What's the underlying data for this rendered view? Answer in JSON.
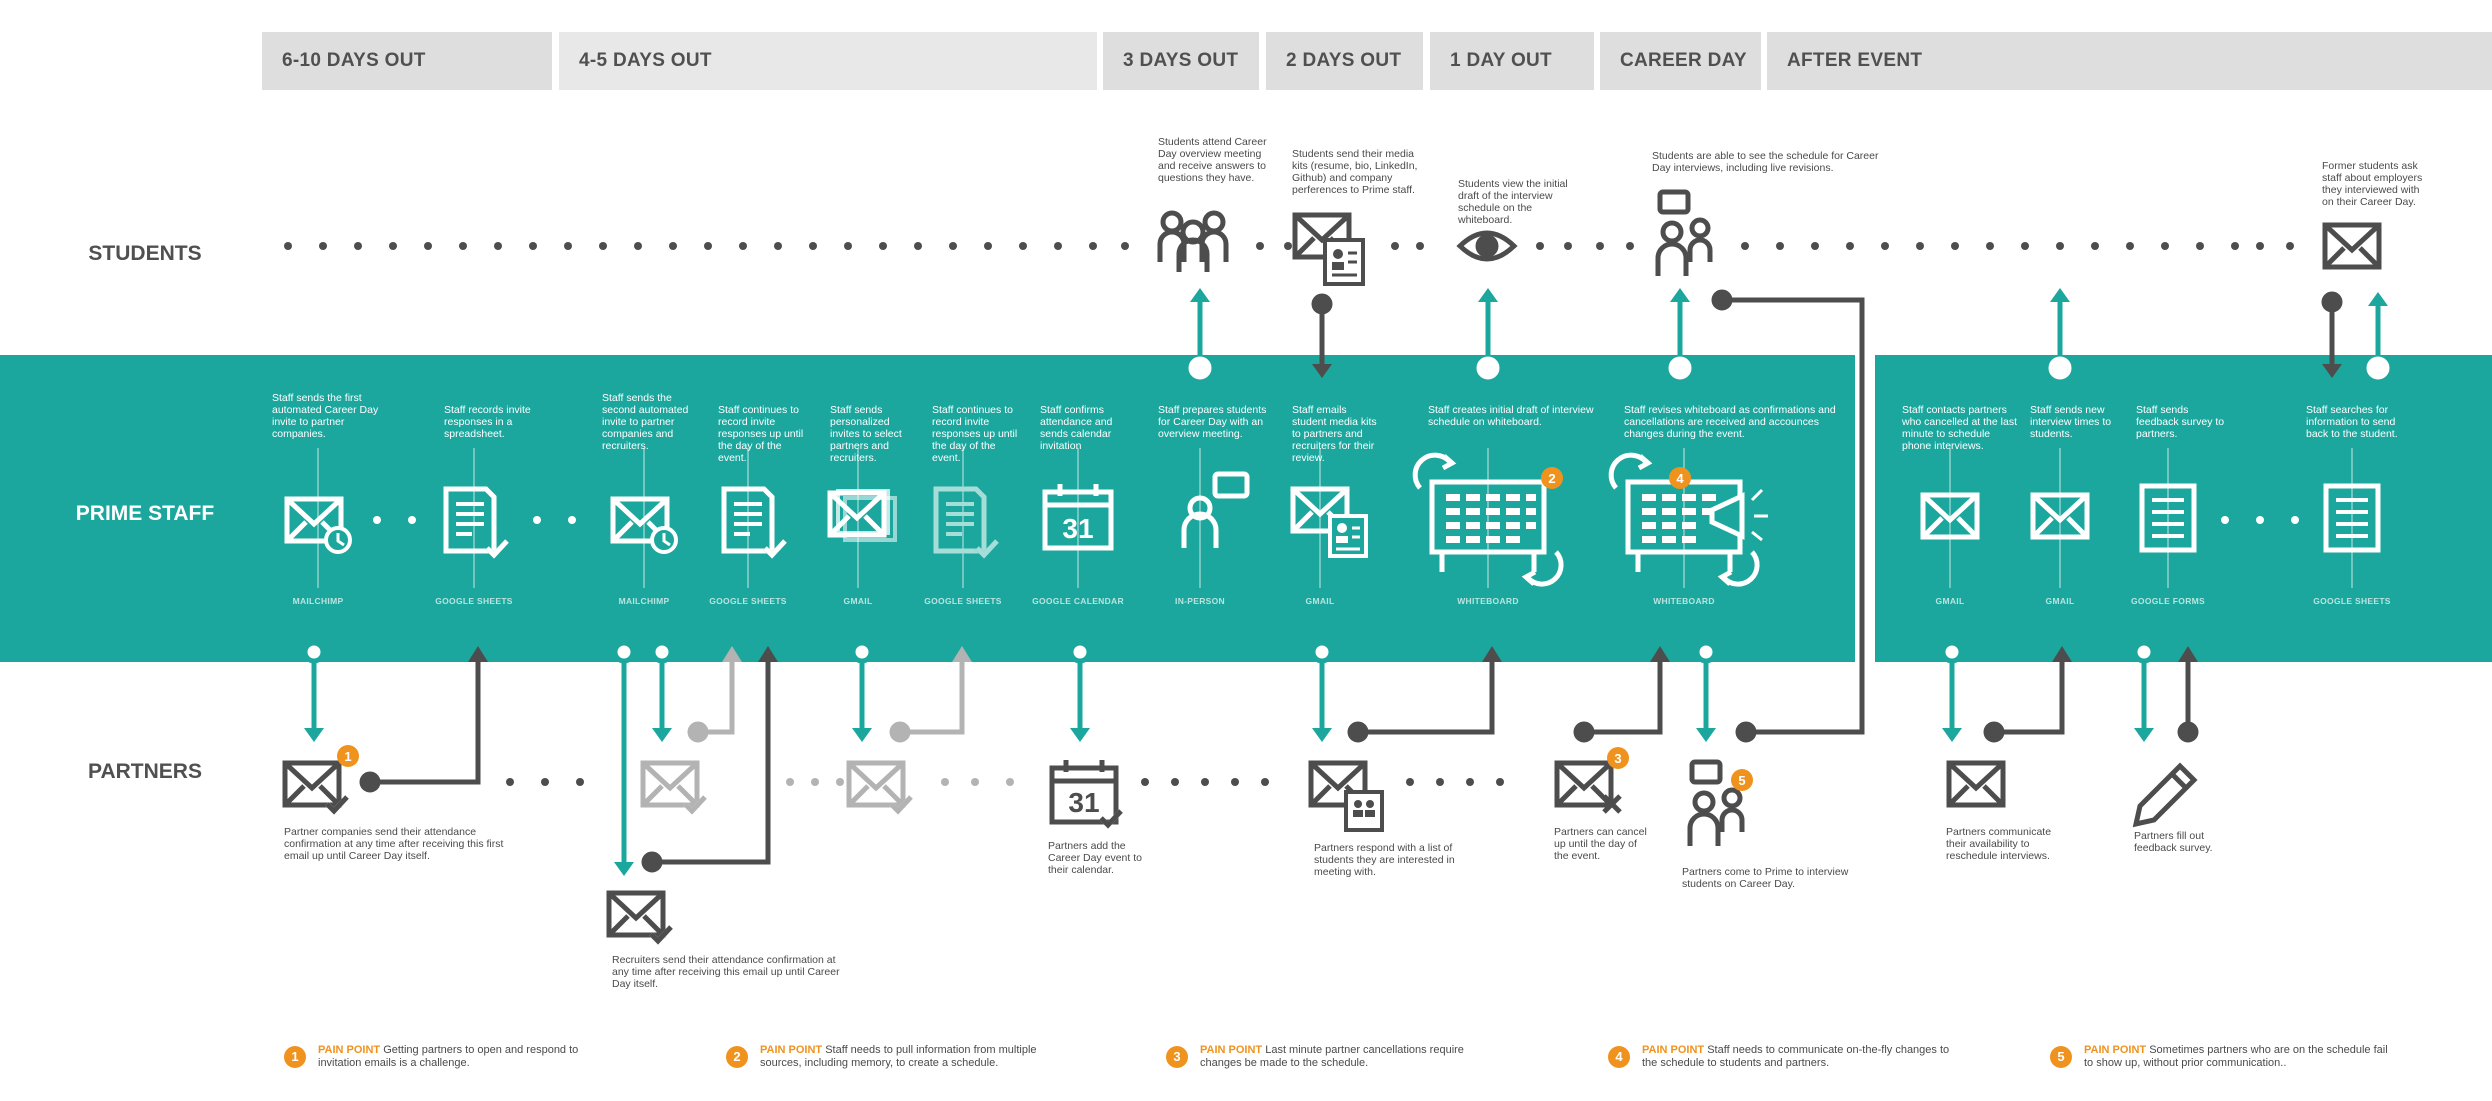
{
  "phases": [
    "6-10 DAYS OUT",
    "4-5 DAYS OUT",
    "3 DAYS OUT",
    "2 DAYS OUT",
    "1 DAY OUT",
    "CAREER DAY",
    "AFTER EVENT"
  ],
  "lanes": {
    "students": "STUDENTS",
    "staff": "PRIME STAFF",
    "partners": "PARTNERS"
  },
  "students": {
    "s1": "Students attend Career Day overview meeting and receive answers to questions they have.",
    "s2": "Students send their media kits (resume, bio, LinkedIn, Github) and company perferences to Prime staff.",
    "s3": "Students view the initial draft of the interview schedule on the whiteboard.",
    "s4": "Students are able to see the schedule for Career Day interviews, including live revisions.",
    "s5": "Former students ask staff about employers they interviewed with on their Career Day."
  },
  "staff": {
    "st1": "Staff sends the first automated  Career Day invite to partner companies.",
    "st2": "Staff records invite responses in a spreadsheet.",
    "st3": "Staff sends the second automated invite to partner companies and recruiters.",
    "st4": "Staff continues to record invite responses up until the day of the event.",
    "st5": "Staff sends personalized invites to select partners and recruiters.",
    "st6": "Staff continues to record invite responses up until the day of the event.",
    "st7": "Staff confirms attendance and sends calendar invitation",
    "st8": "Staff prepares students for Career Day with an overview meeting.",
    "st9": "Staff emails student media kits to partners and recruiters for their review.",
    "st10": "Staff creates initial draft of interview schedule on whiteboard.",
    "st11": "Staff revises whiteboard as confirmations and cancellations are received and accounces changes during the event.",
    "st12": "Staff contacts partners who cancelled at the last minute to schedule phone interviews.",
    "st13": "Staff sends new interview times to students.",
    "st14": "Staff sends feedback survey to partners.",
    "st15": "Staff searches for information to send back to the student."
  },
  "tools": {
    "t1": "MAILCHIMP",
    "t2": "GOOGLE SHEETS",
    "t3": "MAILCHIMP",
    "t4": "GOOGLE SHEETS",
    "t5": "GMAIL",
    "t6": "GOOGLE SHEETS",
    "t7": "GOOGLE CALENDAR",
    "t8": "IN-PERSON",
    "t9": "GMAIL",
    "t10": "WHITEBOARD",
    "t11": "WHITEBOARD",
    "t12": "GMAIL",
    "t13": "GMAIL",
    "t14": "GOOGLE FORMS",
    "t15": "GOOGLE SHEETS"
  },
  "partners": {
    "p1": "Partner companies send their attendance confirmation at any time after receiving this first email up until Career Day itself.",
    "p2": "Recruiters send their attendance confirmation at any time after receiving this email up until Career Day itself.",
    "p3": "Partners add the Career Day event to their calendar.",
    "p4": "Partners respond with a list of students they are interested in meeting with.",
    "p5": "Partners can cancel up until the day of the event.",
    "p6": "Partners come to Prime to interview students on Career Day.",
    "p7": "Partners communicate their availability to reschedule interviews.",
    "p8": "Partners fill out feedback survey."
  },
  "calendar_day": "31",
  "pain_points": [
    {
      "num": "1",
      "key": "PAIN POINT",
      "text": "Getting partners to open and respond to invitation emails is a challenge."
    },
    {
      "num": "2",
      "key": "PAIN POINT",
      "text": "Staff needs to pull information from multiple sources, including memory, to create a schedule."
    },
    {
      "num": "3",
      "key": "PAIN POINT",
      "text": "Last minute partner cancellations require changes be made to the schedule."
    },
    {
      "num": "4",
      "key": "PAIN POINT",
      "text": "Staff needs to communicate on-the-fly changes to the schedule to students and partners."
    },
    {
      "num": "5",
      "key": "PAIN POINT",
      "text": "Sometimes partners who are on the schedule fail to show up, without prior communication.."
    }
  ],
  "colors": {
    "teal": "#1ba79d",
    "dark": "#4d4d4d",
    "gray": "#b3b3b3",
    "orange": "#f0931e",
    "phase_bg": "#dedede"
  }
}
